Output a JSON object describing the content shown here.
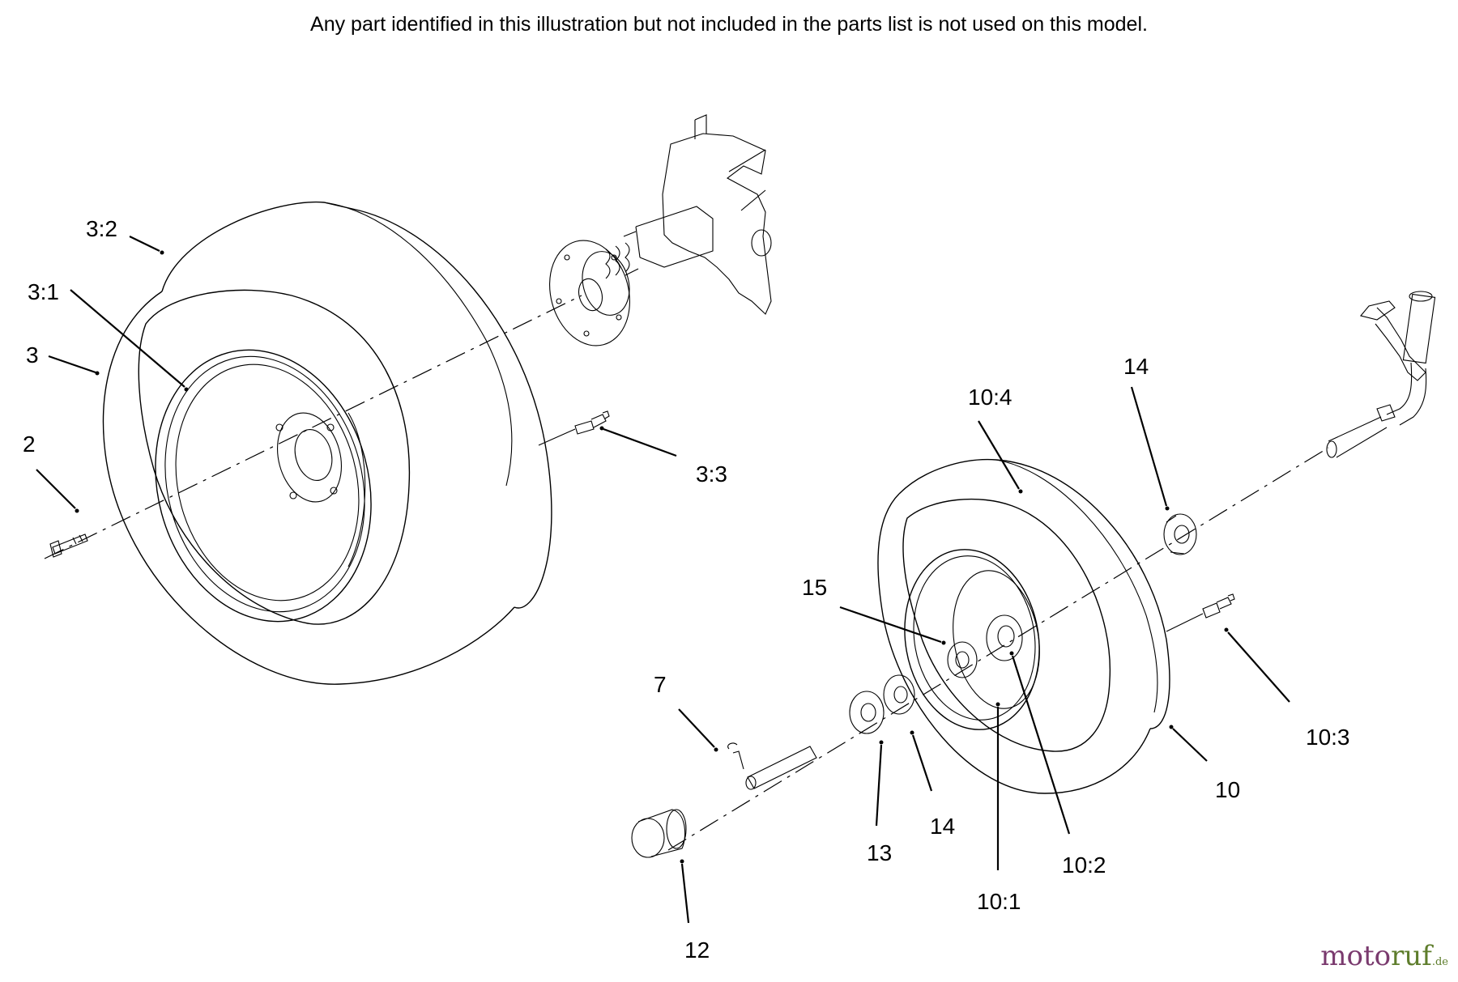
{
  "note": "Any part identified in this illustration but not included in the parts list is not used on this model.",
  "labels": {
    "l3_2": "3:2",
    "l3_1": "3:1",
    "l3": "3",
    "l2": "2",
    "l3_3": "3:3",
    "l14a": "14",
    "l10_4": "10:4",
    "l15": "15",
    "l7": "7",
    "l10_3": "10:3",
    "l10": "10",
    "l13": "13",
    "l14b": "14",
    "l10_2": "10:2",
    "l10_1": "10:1",
    "l12": "12"
  },
  "watermark": {
    "part1": "moto",
    "part2": "ruf",
    "part3": ".de"
  }
}
